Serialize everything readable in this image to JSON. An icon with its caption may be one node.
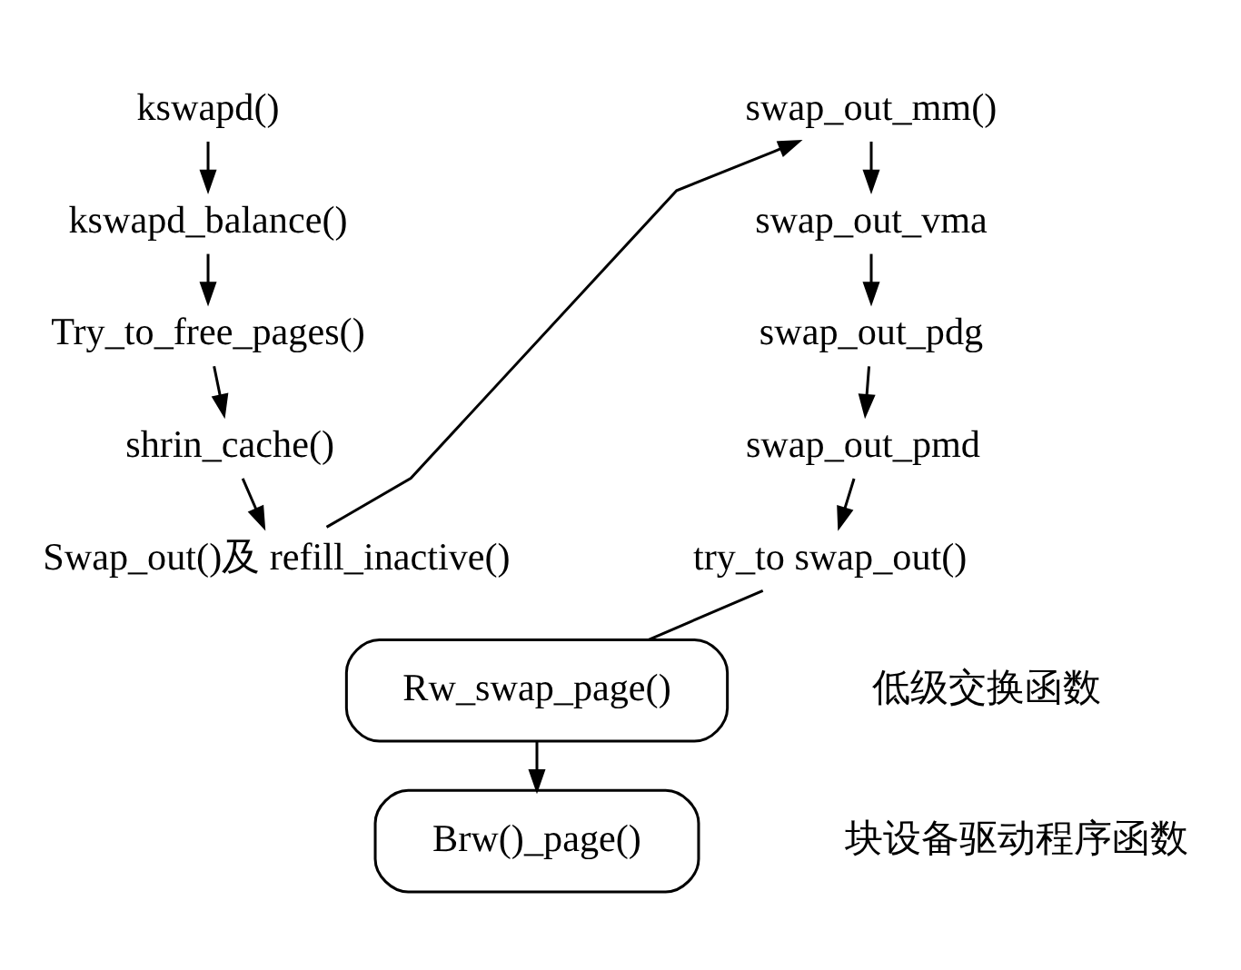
{
  "diagram": {
    "nodes": [
      {
        "text": [
          "kswapd()"
        ]
      },
      {
        "text": [
          "kswapd_balance()"
        ]
      },
      {
        "text": [
          "Try_to_free_pages()"
        ]
      },
      {
        "text": [
          "shrin_cache()"
        ]
      },
      {
        "text": [
          "Swap_out()及 refill_inactive()"
        ]
      },
      {
        "text": [
          "swap_out_mm()"
        ]
      },
      {
        "text": [
          "swap_out_vma"
        ]
      },
      {
        "text": [
          "swap_out_pdg"
        ]
      },
      {
        "text": [
          "swap_out_pmd"
        ]
      },
      {
        "text": [
          "try_to swap_out()"
        ]
      },
      {
        "text": [
          "Rw_swap_page()"
        ],
        "beside": [
          "低级交换函数"
        ]
      },
      {
        "text": [
          "Brw()_page()"
        ],
        "beside": [
          "块设备驱动程序函数"
        ]
      }
    ],
    "edges": [
      {
        "from": 0,
        "to": 1,
        "arrow": "to"
      },
      {
        "from": 1,
        "to": 2,
        "arrow": "to"
      },
      {
        "from": 2,
        "to": 3,
        "arrow": "to"
      },
      {
        "from": 3,
        "to": 4,
        "arrow": "to"
      },
      {
        "from": 4,
        "to": 5,
        "arrow": "to"
      },
      {
        "from": 5,
        "to": 6,
        "arrow": "to"
      },
      {
        "from": 6,
        "to": 7,
        "arrow": "to"
      },
      {
        "from": 7,
        "to": 8,
        "arrow": "to"
      },
      {
        "from": 8,
        "to": 9,
        "arrow": "to"
      },
      {
        "from": 9,
        "to": 10,
        "arrow": "none"
      },
      {
        "from": 10,
        "to": 11,
        "arrow": "to"
      }
    ]
  }
}
